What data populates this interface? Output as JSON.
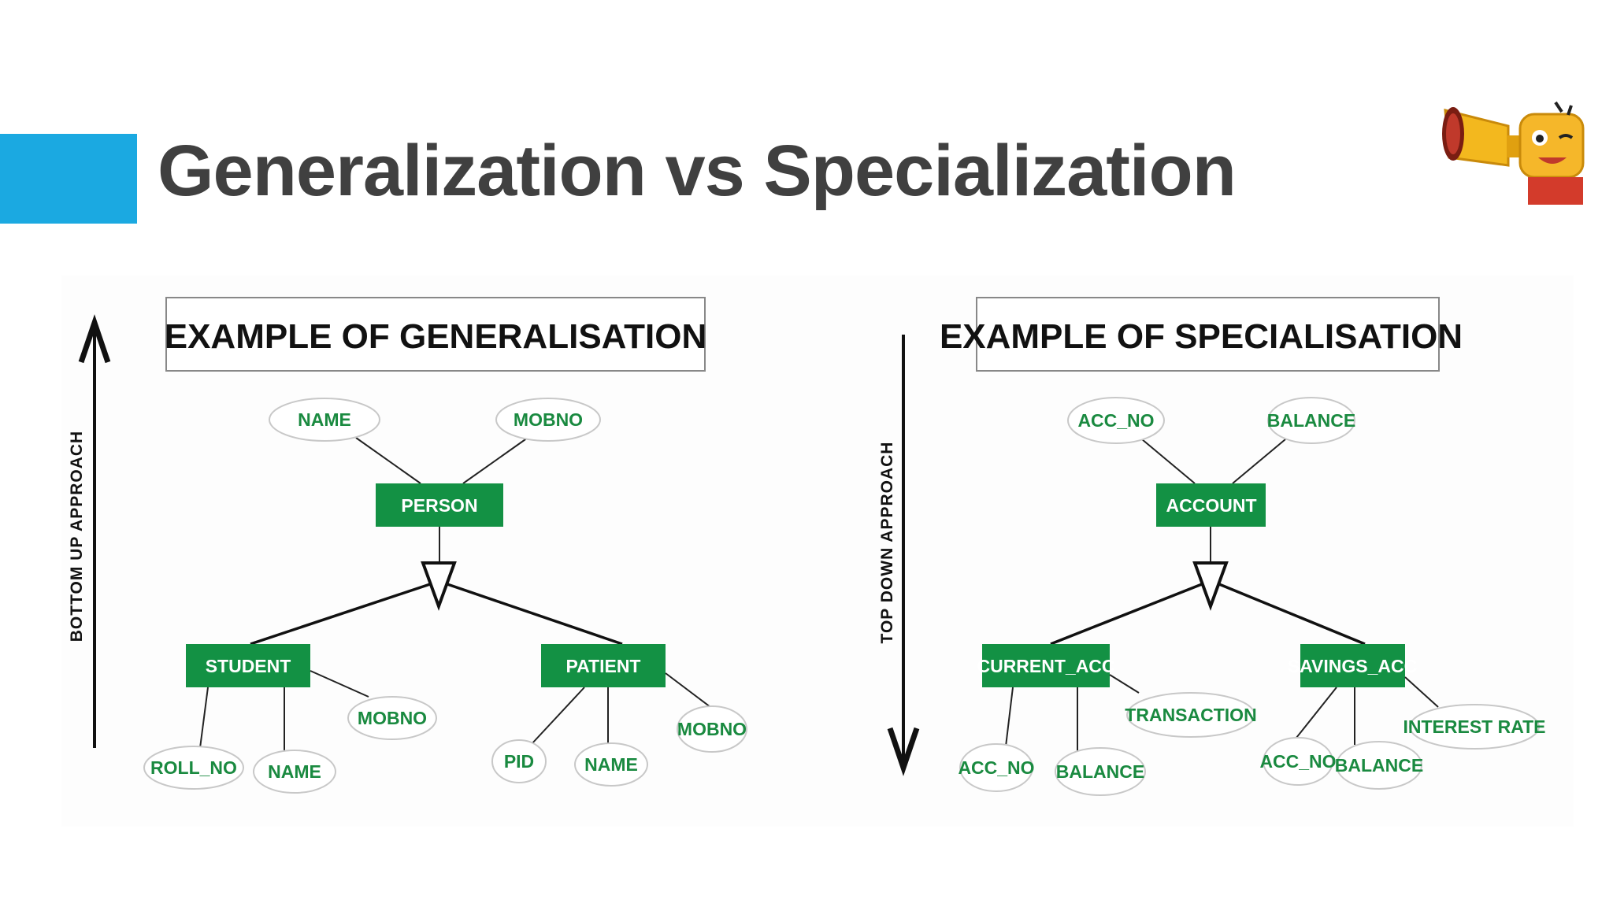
{
  "slide": {
    "title": "Generalization vs Specialization"
  },
  "generalisation": {
    "heading": "EXAMPLE OF GENERALISATION",
    "axis_label": "BOTTOM UP APPROACH",
    "parent": {
      "label": "PERSON",
      "attributes": [
        "NAME",
        "MOBNO"
      ]
    },
    "children": [
      {
        "label": "STUDENT",
        "attributes": [
          "ROLL_NO",
          "NAME",
          "MOBNO"
        ]
      },
      {
        "label": "PATIENT",
        "attributes": [
          "PID",
          "NAME",
          "MOBNO"
        ]
      }
    ]
  },
  "specialisation": {
    "heading": "EXAMPLE OF SPECIALISATION",
    "axis_label": "TOP DOWN APPROACH",
    "parent": {
      "label": "ACCOUNT",
      "attributes": [
        "ACC_NO",
        "BALANCE"
      ]
    },
    "children": [
      {
        "label": "CURRENT_ACC",
        "attributes": [
          "ACC_NO",
          "BALANCE",
          "TRANSACTION"
        ]
      },
      {
        "label": "SAVINGS_ACC",
        "attributes": [
          "ACC_NO",
          "BALANCE",
          "INTEREST RATE"
        ]
      }
    ]
  },
  "colors": {
    "accent": "#1ba9e1",
    "entity": "#139144",
    "attribute_text": "#1a8a40",
    "title_text": "#404040"
  },
  "icons": {
    "mascot": "megaphone-mascot-icon"
  }
}
